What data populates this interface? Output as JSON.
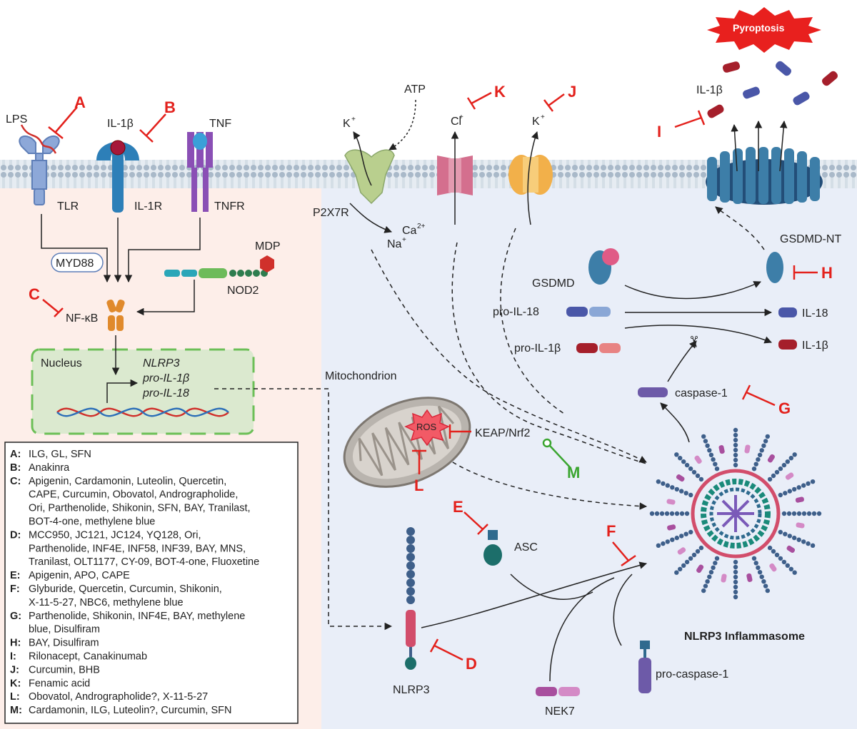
{
  "colors": {
    "inhibitor": "#e3211c",
    "activator": "#3aa530",
    "extracellular_left": "#fdeee9",
    "cytoplasm_right": "#e9eef8",
    "membrane": "#9fb3c8",
    "nucleus_border": "#6cbf57"
  },
  "labels": {
    "lps": "LPS",
    "il1b_ligand": "IL-1β",
    "tnf": "TNF",
    "tlr": "TLR",
    "il1r": "IL-1R",
    "tnfr": "TNFR",
    "myd88": "MYD88",
    "mdp": "MDP",
    "nod2": "NOD2",
    "nfkb": "NF-κB",
    "nucleus": "Nucleus",
    "gene_nlrp3": "NLRP3",
    "gene_pro_il1b": "pro-IL-1β",
    "gene_pro_il18": "pro-IL-18",
    "atp": "ATP",
    "k_plus_left": "K",
    "k_plus_right": "K",
    "cl": "Cl",
    "p2x7r": "P2X7R",
    "ca": "Ca",
    "na": "Na",
    "mitochondrion": "Mitochondrion",
    "ros": "ROS",
    "keap": "KEAP/Nrf2",
    "asc": "ASC",
    "nlrp3": "NLRP3",
    "nek7": "NEK7",
    "pro_caspase1": "pro-caspase-1",
    "inflammasome": "NLRP3 Inflammasome",
    "gsdmd": "GSDMD",
    "gsdmd_nt": "GSDMD-NT",
    "pro_il18": "pro-IL-18",
    "pro_il1b": "pro-IL-1β",
    "il18": "IL-18",
    "il1b_out": "IL-1β",
    "il1b_top": "IL-1β",
    "caspase1": "caspase-1",
    "pyroptosis": "Pyroptosis"
  },
  "superscripts": {
    "plus": "+",
    "two_plus": "2+"
  },
  "inhibitor_letters": {
    "A": "A",
    "B": "B",
    "C": "C",
    "D": "D",
    "E": "E",
    "F": "F",
    "G": "G",
    "H": "H",
    "I": "I",
    "J": "J",
    "K": "K",
    "L": "L",
    "M": "M"
  },
  "legend": [
    {
      "key": "A:",
      "lines": [
        "ILG, GL, SFN"
      ]
    },
    {
      "key": "B:",
      "lines": [
        "Anakinra"
      ]
    },
    {
      "key": "C:",
      "lines": [
        "Apigenin, Cardamonin, Luteolin, Quercetin,",
        "CAPE, Curcumin, Obovatol, Andrographolide,",
        "Ori, Parthenolide, Shikonin, SFN, BAY, Tranilast,",
        "BOT-4-one, methylene blue"
      ]
    },
    {
      "key": "D:",
      "lines": [
        "MCC950, JC121, JC124, YQ128, Ori,",
        "Parthenolide, INF4E, INF58, INF39, BAY, MNS,",
        "Tranilast, OLT1177, CY-09, BOT-4-one, Fluoxetine"
      ]
    },
    {
      "key": "E:",
      "lines": [
        "Apigenin, APO, CAPE"
      ]
    },
    {
      "key": "F:",
      "lines": [
        "Glyburide, Quercetin, Curcumin, Shikonin,",
        "X-11-5-27, NBC6, methylene blue"
      ]
    },
    {
      "key": "G:",
      "lines": [
        "Parthenolide, Shikonin, INF4E, BAY, methylene",
        "blue, Disulfiram"
      ]
    },
    {
      "key": "H:",
      "lines": [
        "BAY, Disulfiram"
      ]
    },
    {
      "key": "I:",
      "lines": [
        "Rilonacept, Canakinumab"
      ]
    },
    {
      "key": "J:",
      "lines": [
        "Curcumin, BHB"
      ]
    },
    {
      "key": "K:",
      "lines": [
        "Fenamic acid"
      ]
    },
    {
      "key": "L:",
      "lines": [
        "Obovatol, Andrographolide?, X-11-5-27"
      ]
    },
    {
      "key": "M:",
      "lines": [
        "Cardamonin, ILG, Luteolin?, Curcumin, SFN"
      ]
    }
  ]
}
